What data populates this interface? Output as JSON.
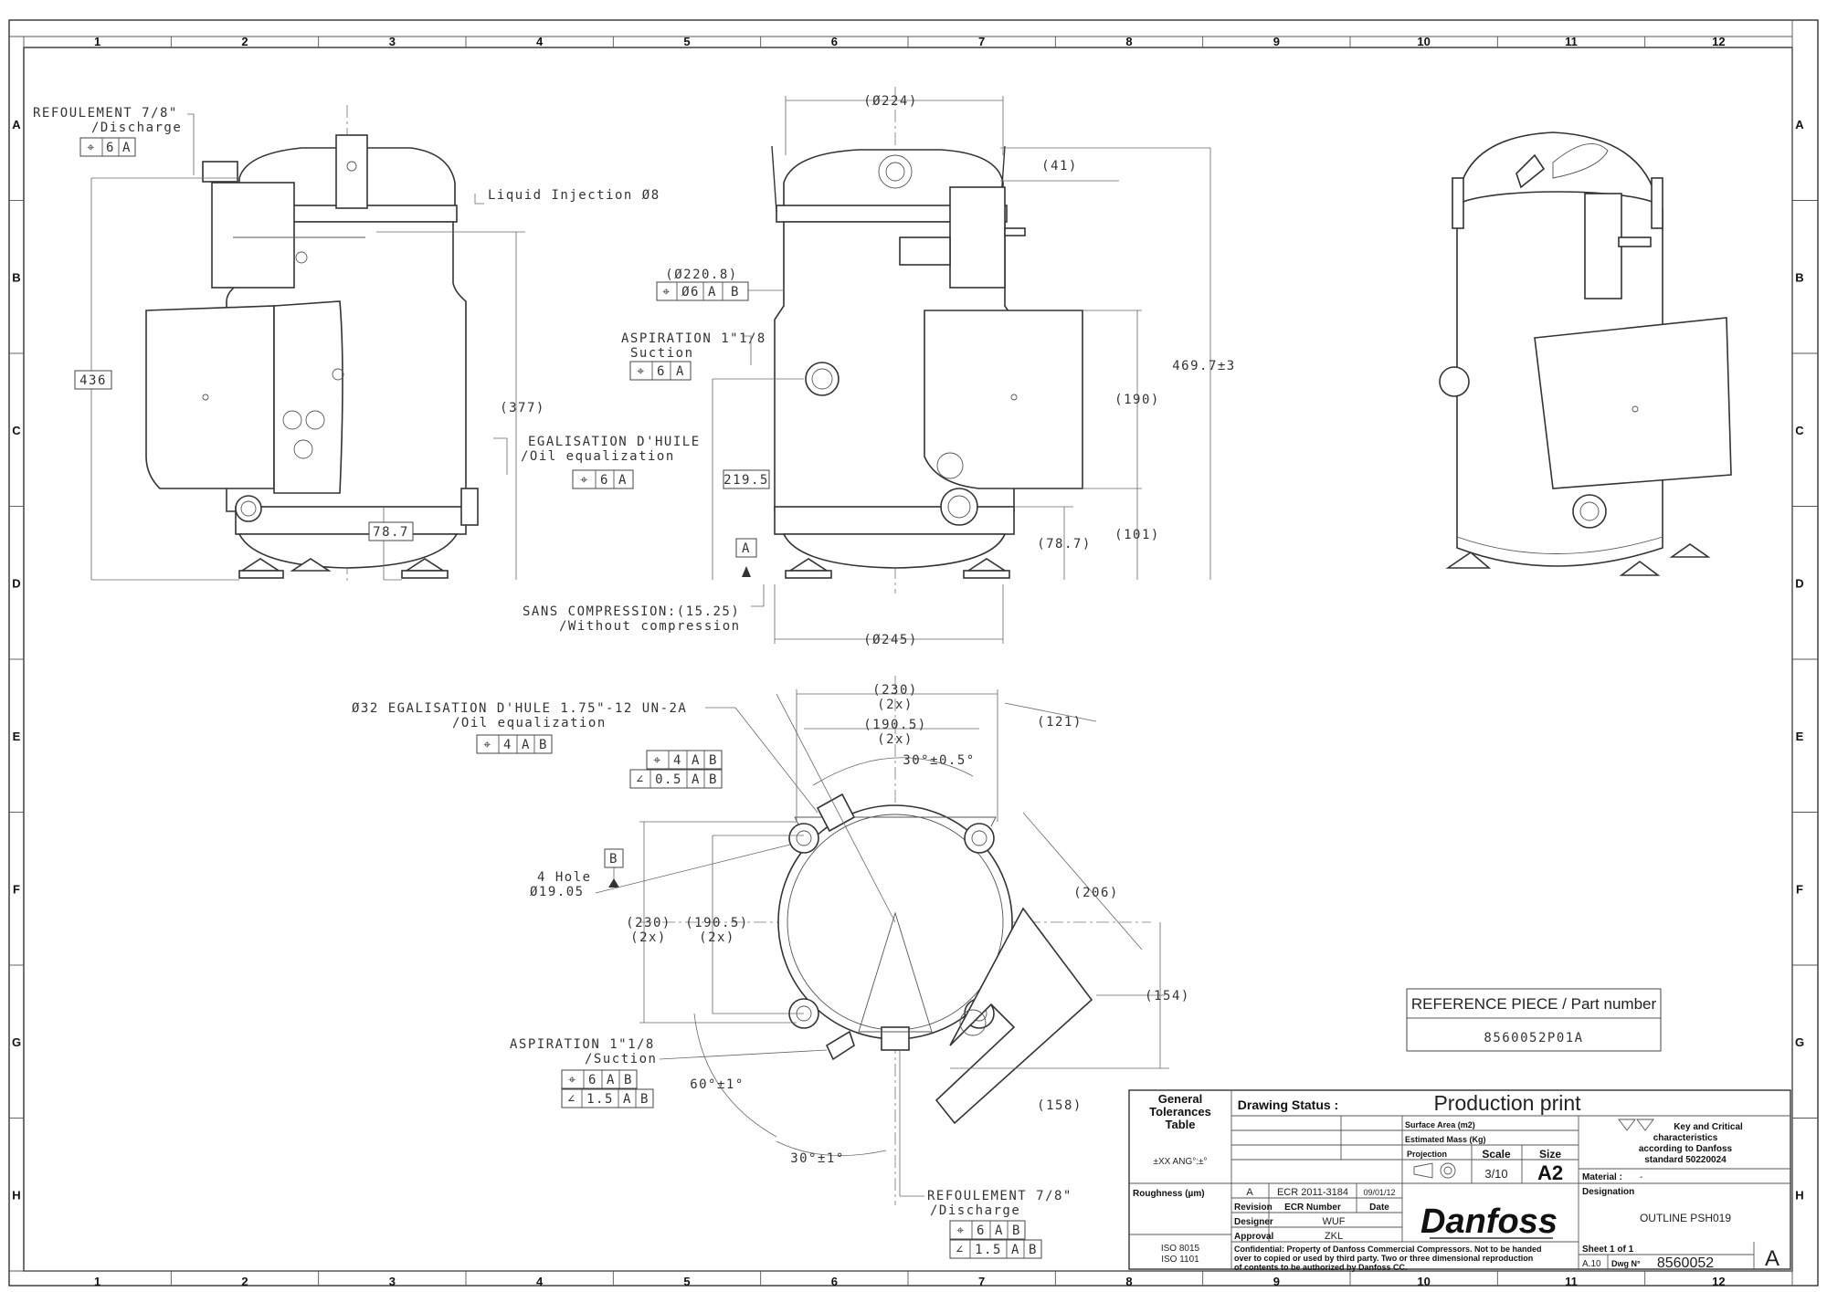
{
  "grid": {
    "columns": [
      "1",
      "2",
      "3",
      "4",
      "5",
      "6",
      "7",
      "8",
      "9",
      "10",
      "11",
      "12"
    ],
    "rows": [
      "A",
      "B",
      "C",
      "D",
      "E",
      "F",
      "G",
      "H"
    ]
  },
  "side_view": {
    "discharge_label": "REFOULEMENT 7/8\"",
    "discharge_sub": "/Discharge",
    "discharge_tol": [
      "⌖",
      "6",
      "A"
    ],
    "liquid_injection": "Liquid Injection Ø8",
    "height_436": "436",
    "height_377": "(377)",
    "oil_eq_label": "EGALISATION D'HUILE",
    "oil_eq_sub": "/Oil equalization",
    "oil_eq_tol": [
      "⌖",
      "6",
      "A"
    ],
    "dim_78_7": "78.7"
  },
  "front_view": {
    "dia_224": "(Ø224)",
    "dim_41": "(41)",
    "dia_220_8": "(Ø220.8)",
    "dia_tol": [
      "⌖",
      "Ø6",
      "A",
      "B"
    ],
    "suction_label": "ASPIRATION 1\"1/8",
    "suction_sub": "Suction",
    "suction_tol": [
      "⌖",
      "6",
      "A"
    ],
    "height_469": "469.7±3",
    "dim_190": "(190)",
    "dim_219_5": "219.5",
    "datum_a": "A",
    "dim_78_7": "(78.7)",
    "dim_101": "(101)",
    "no_compression": "SANS COMPRESSION:(15.25)",
    "no_compression_sub": "/Without compression",
    "dia_245": "(Ø245)"
  },
  "bottom_view": {
    "oil_port_label": "Ø32 EGALISATION D'HULE 1.75\"-12 UN-2A",
    "oil_port_sub": "/Oil equalization",
    "oil_port_tol": [
      "⌖",
      "4",
      "A",
      "B"
    ],
    "oil_port_tol2": [
      "⌖",
      "4",
      "A",
      "B"
    ],
    "oil_port_angle_tol": [
      "∠",
      "0.5",
      "A",
      "B"
    ],
    "dim_230_top": "(230)",
    "dim_2x_a": "(2x)",
    "dim_190_5_top": "(190.5)",
    "dim_2x_b": "(2x)",
    "angle_30_05": "30°±0.5°",
    "dim_121": "(121)",
    "datum_b": "B",
    "holes_label": "4 Hole",
    "holes_dia": "Ø19.05",
    "dim_230_left": "(230)",
    "dim_2x_c": "(2x)",
    "dim_190_5_left": "(190.5)",
    "dim_2x_d": "(2x)",
    "dim_206": "(206)",
    "dim_154": "(154)",
    "suction_label": "ASPIRATION 1\"1/8",
    "suction_sub": "/Suction",
    "suction_tol": [
      "⌖",
      "6",
      "A",
      "B"
    ],
    "suction_angle_tol": [
      "∠",
      "1.5",
      "A",
      "B"
    ],
    "angle_60": "60°±1°",
    "angle_30": "30°±1°",
    "dim_158": "(158)",
    "discharge_label": "REFOULEMENT 7/8\"",
    "discharge_sub": "/Discharge",
    "discharge_tol": [
      "⌖",
      "6",
      "A",
      "B"
    ],
    "discharge_angle_tol": [
      "∠",
      "1.5",
      "A",
      "B"
    ]
  },
  "reference_piece": {
    "title": "REFERENCE PIECE / Part number",
    "value": "8560052P01A"
  },
  "title_block": {
    "general_tol_1": "General",
    "general_tol_2": "Tolerances",
    "general_tol_3": "Table",
    "tol_format": "±XX ANG°:±°",
    "roughness": "Roughness (µm)",
    "iso_1": "ISO 8015",
    "iso_2": "ISO 1101",
    "drawing_status_label": "Drawing Status :",
    "drawing_status": "Production print",
    "surface_area": "Surface Area (m2)",
    "estimated_mass": "Estimated Mass (Kg)",
    "projection": "Projection",
    "scale_label": "Scale",
    "scale": "3/10",
    "size_label": "Size",
    "size": "A2",
    "key_char_1": "Key and Critical",
    "key_char_2": "characteristics",
    "key_char_3": "according to Danfoss",
    "key_char_4": "standard 50220024",
    "material_label": "Material :",
    "material": "-",
    "designation_label": "Designation",
    "designation": "OUTLINE PSH019",
    "revision_letter": "A",
    "ecr": "ECR 2011-3184",
    "ecr_date": "09/01/12",
    "revision_label": "Revision",
    "ecr_label": "ECR Number",
    "date_label": "Date",
    "designer_label": "Designer",
    "designer": "WUF",
    "approval_label": "Approval",
    "approval": "ZKL",
    "logo": "Danfoss",
    "confidential_1": "Confidential: Property of Danfoss Commercial Compressors. Not to be handed",
    "confidential_2": "over to copied or used by third party. Two or three dimensional reproduction",
    "confidential_3": "of contents to be authorized by Danfoss CC.",
    "sheet": "Sheet 1 of 1",
    "sheet_fmt": "A.10",
    "dwg_label": "Dwg N°",
    "dwg_number": "8560052",
    "dwg_rev": "A"
  },
  "colors": {
    "line": "#333333",
    "background": "#ffffff"
  }
}
